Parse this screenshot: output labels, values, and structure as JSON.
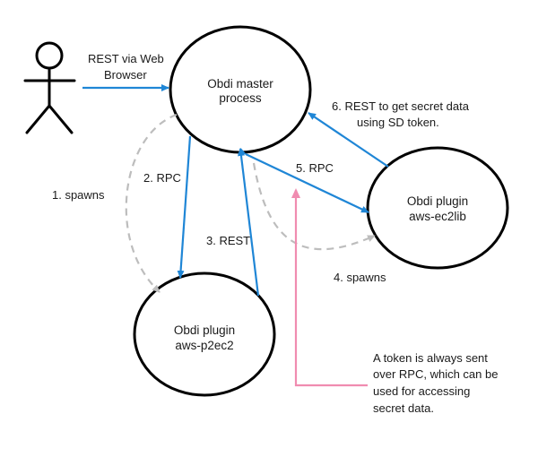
{
  "actor": {
    "label_lines": []
  },
  "nodes": {
    "master": {
      "lines": [
        "Obdi master",
        "process"
      ]
    },
    "ec2lib": {
      "lines": [
        "Obdi plugin",
        "aws-ec2lib"
      ]
    },
    "p2ec2": {
      "lines": [
        "Obdi plugin",
        "aws-p2ec2"
      ]
    }
  },
  "edges": {
    "user_to_master": {
      "lines": [
        "REST via Web",
        "Browser"
      ]
    },
    "spawn_p2ec2": {
      "lines": [
        "1. spawns"
      ]
    },
    "rpc_p2ec2": {
      "lines": [
        "2. RPC"
      ]
    },
    "rest_p2ec2": {
      "lines": [
        "3. REST"
      ]
    },
    "spawn_ec2lib": {
      "lines": [
        "4. spawns"
      ]
    },
    "rpc_ec2lib": {
      "lines": [
        "5. RPC"
      ]
    },
    "rest_secret": {
      "lines": [
        "6. REST to get secret data",
        "using SD token."
      ]
    }
  },
  "note": {
    "lines": [
      "A token is always sent",
      "over RPC, which can be",
      "used for accessing",
      "secret data."
    ]
  },
  "colors": {
    "rpc_blue": "#1f86d6",
    "spawn_gray": "#bdbdbd",
    "note_pink": "#f08cb0",
    "stroke": "#000000"
  }
}
